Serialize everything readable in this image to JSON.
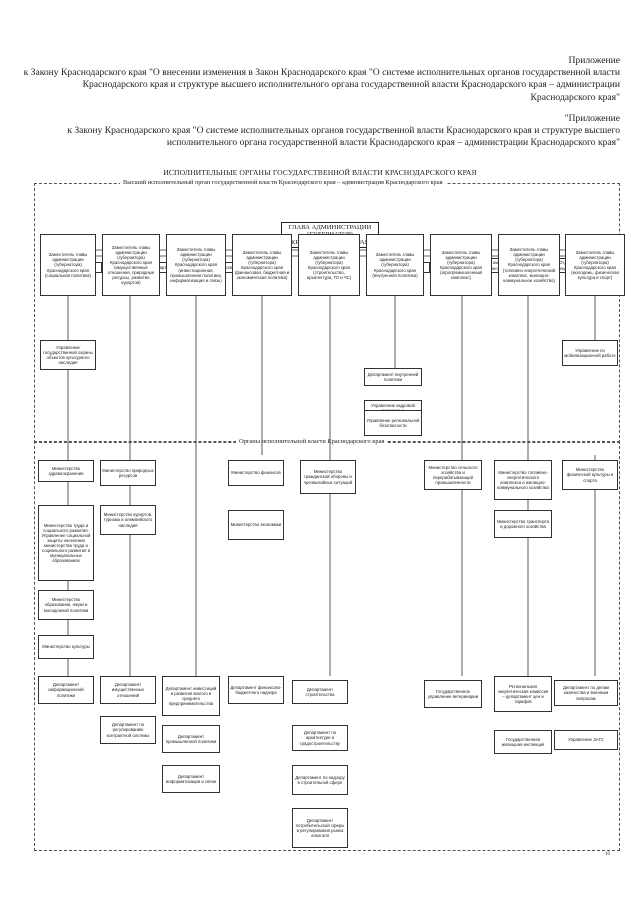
{
  "header": {
    "line1": "Приложение",
    "line2": "к Закону Краснодарского края \"О внесении изменения в Закон Краснодарского края \"О системе исполнительных органов государственной власти Краснодарского края и структуре высшего исполнительного органа государственной власти Краснодарского края – администрации Краснодарского края\"",
    "line3": "\"Приложение",
    "line4": "к Закону Краснодарского края \"О системе исполнительных органов государственной власти Краснодарского края и структуре высшего исполнительного органа государственной власти Краснодарского края – администрации Краснодарского края\""
  },
  "title": "ИСПОЛНИТЕЛЬНЫЕ ОРГАНЫ ГОСУДАРСТВЕННОЙ ВЛАСТИ КРАСНОДАРСКОГО КРАЯ",
  "section_top": "Высший исполнительный орган государственной власти Краснодарского края – администрация Краснодарского края",
  "section_bottom": "Органы исполнительной власти Краснодарского края",
  "head": "ГЛАВА АДМИНИСТРАЦИИ (ГУБЕРНАТОР) КРАСНОДАРСКОГО КРАЯ",
  "units": [
    "Управление протокола",
    "Правовой департамент",
    "Контрольное управление",
    "Управление делами",
    "Отдел по защите государственной тайны",
    "Отдел специальной документальной связи"
  ],
  "deputies": [
    "Заместитель главы администрации (губернатора) Краснодарского края (социальная политика)",
    "Заместитель главы администрации (губернатора) Краснодарского края (имущественные отношения, природные ресурсы, развитие курортов)",
    "Заместитель главы администрации (губернатора) Краснодарского края (инвестиционная, промышленная политика, информатизация и связь)",
    "Заместитель главы администрации (губернатора) Краснодарского края (финансовая, бюджетная и экономическая политика)",
    "Заместитель главы администрации (губернатора) Краснодарского края (строительство, архитектура, ГО и ЧС)",
    "Заместитель главы администрации (губернатора) Краснодарского края (внутренняя политика)",
    "Заместитель главы администрации (губернатора) Краснодарского края (агропромышленный комплекс)",
    "Заместитель главы администрации (губернатора) Краснодарского края (топливно-энергетический комплекс, жилищно-коммунальное хозяйство)",
    "Заместитель главы администрации (губернатора) Краснодарского края (молодежь, физическая культура и спорт)"
  ],
  "admin_units": {
    "u1": "Управление государственной охраны объектов культурного наследия",
    "u2": "Департамент внутренней политики",
    "u3": "Управление кадровой политики и противодействия коррупции",
    "u4": "Управление региональной безопасности",
    "u5": "Управление по мобилизационной работе"
  },
  "ministries": {
    "m1": "Министерство здравоохранения",
    "m2": "Министерство труда и социального развития. Управление социальной защиты населения министерства труда и социального развития в муниципальных образованиях",
    "m3": "Министерство образования, науки и молодежной политики",
    "m4": "Министерство культуры",
    "m5": "Министерство природных ресурсов",
    "m6": "Министерство курортов, туризма и олимпийского наследия",
    "m7": "Министерство финансов",
    "m8": "Министерство экономики",
    "m9": "Министерство гражданской обороны и чрезвычайных ситуаций",
    "m10": "Министерство сельского хозяйства и перерабатывающей промышленности",
    "m11": "Министерство топливно-энергетического комплекса и жилищно-коммунального хозяйства",
    "m12": "Министерство транспорта и дорожного хозяйства",
    "m13": "Министерство физической культуры и спорта"
  },
  "departments": {
    "d1": "Департамент информационной политики",
    "d2": "Департамент имущественных отношений",
    "d3": "Департамент по регулированию контрактной системы",
    "d4": "Департамент инвестиций и развития малого и среднего предпринимательства",
    "d5": "Департамент промышленной политики",
    "d6": "Департамент информатизации и связи",
    "d7": "Департамент финансово-бюджетного надзора",
    "d8": "Департамент строительства",
    "d9": "Департамент по архитектуре и градостроительству",
    "d10": "Департамент по надзору в строительной сфере",
    "d11": "Департамент потребительской сферы и регулирования рынка алкоголя",
    "d12": "Государственное управление ветеринарии",
    "d13": "Государственная жилищная инспекция",
    "d14": "Региональная энергетическая комиссия – департамент цен и тарифов",
    "d15": "Департамент по делам казачества и военным вопросам",
    "d16": "Управление ЗАГС"
  },
  "page_number": "10"
}
